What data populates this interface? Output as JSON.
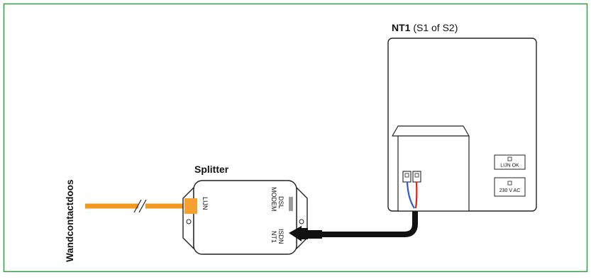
{
  "labels": {
    "nt1_bold": "NT1",
    "nt1_suffix": " (S1 of S2)",
    "splitter": "Splitter",
    "wall_socket": "Wandcontactdoos",
    "port_lijn": "LIJN",
    "port_dsl": "DSL",
    "port_modem": "MODEM",
    "port_isdn": "ISDN",
    "port_nt1": "NT1",
    "led_line_ok": "LIJN OK",
    "led_power": "230 V AC"
  },
  "colors": {
    "frame_border": "#2e9e3e",
    "orange_cable": "#f39a1e",
    "orange_plug": "#f5a030",
    "black_cable": "#111111",
    "wire_red": "#e02020",
    "wire_blue": "#2a5bd7",
    "outline": "#222222",
    "grey_port": "#9a9a9a"
  }
}
